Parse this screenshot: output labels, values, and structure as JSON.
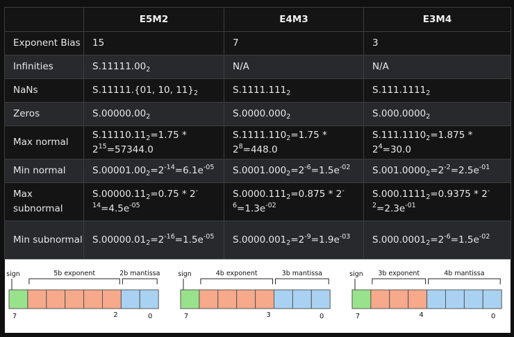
{
  "table": {
    "headers": [
      "",
      "E5M2",
      "E4M3",
      "E3M4"
    ],
    "rows": [
      {
        "label": "Exponent Bias",
        "cells": [
          [
            "15"
          ],
          [
            "7"
          ],
          [
            "3"
          ]
        ]
      },
      {
        "label": "Infinities",
        "cells": [
          [
            "S.11111.00",
            "2"
          ],
          [
            "N/A"
          ],
          [
            "N/A"
          ]
        ]
      },
      {
        "label": "NaNs",
        "cells": [
          [
            "S.11111.{01, 10, 11}",
            "2"
          ],
          [
            "S.1111.111",
            "2"
          ],
          [
            "S.111.1111",
            "2"
          ]
        ]
      },
      {
        "label": "Zeros",
        "cells": [
          [
            "S.00000.00",
            "2"
          ],
          [
            "S.0000.000",
            "2"
          ],
          [
            "S.000.0000",
            "2"
          ]
        ]
      },
      {
        "label": "Max normal",
        "cells": [
          [
            "S.11110.11",
            "2",
            "=1.75 * 2",
            "15",
            "=57344.0"
          ],
          [
            "S.1111.110",
            "2",
            "=1.75 * 2",
            "8",
            "=448.0"
          ],
          [
            "S.111.1110",
            "2",
            "=1.875 * 2",
            "4",
            "=30.0"
          ]
        ]
      },
      {
        "label": "Min normal",
        "cells": [
          [
            "S.00001.00",
            "2",
            "=2",
            "-14",
            "=6.1e",
            "-05"
          ],
          [
            "S.0001.000",
            "2",
            "=2",
            "-6",
            "=1.5e",
            "-02"
          ],
          [
            "S.001.0000",
            "2",
            "=2",
            "-2",
            "=2.5e",
            "-01"
          ]
        ]
      },
      {
        "label": "Max subnormal",
        "cells": [
          [
            "S.00000.11",
            "2",
            "=0.75 * 2",
            "-14",
            "=4.5e",
            "-05"
          ],
          [
            "S.0000.111",
            "2",
            "=0.875 * 2",
            "-6",
            "=1.3e",
            "-02"
          ],
          [
            "S.000.1111",
            "2",
            "=0.9375 * 2",
            "-2",
            "=2.3e",
            "-01"
          ]
        ]
      },
      {
        "label": "Min subnormal",
        "cells": [
          [
            "S.00000.01",
            "2",
            "=2",
            "-16",
            "=1.5e",
            "-05"
          ],
          [
            "S.0000.001",
            "2",
            "=2",
            "-9",
            "=1.9e",
            "-03"
          ],
          [
            "S.000.0001",
            "2",
            "=2",
            "-6",
            "=1.5e",
            "-02"
          ]
        ]
      }
    ]
  },
  "diagrams": [
    {
      "sign_label": "sign",
      "exponent_label": "5b exponent",
      "mantissa_label": "2b mantissa",
      "exponent_bits": 5,
      "mantissa_bits": 2,
      "index_sign": "7",
      "index_exp_end": "2",
      "index_mant_end": "0"
    },
    {
      "sign_label": "sign",
      "exponent_label": "4b exponent",
      "mantissa_label": "3b mantissa",
      "exponent_bits": 4,
      "mantissa_bits": 3,
      "index_sign": "7",
      "index_exp_end": "3",
      "index_mant_end": "0"
    },
    {
      "sign_label": "sign",
      "exponent_label": "3b exponent",
      "mantissa_label": "4b mantissa",
      "exponent_bits": 3,
      "mantissa_bits": 4,
      "index_sign": "7",
      "index_exp_end": "4",
      "index_mant_end": "0"
    }
  ],
  "colors": {
    "sign": "#99e28c",
    "exponent": "#f7a98b",
    "mantissa": "#a9d2f2"
  }
}
